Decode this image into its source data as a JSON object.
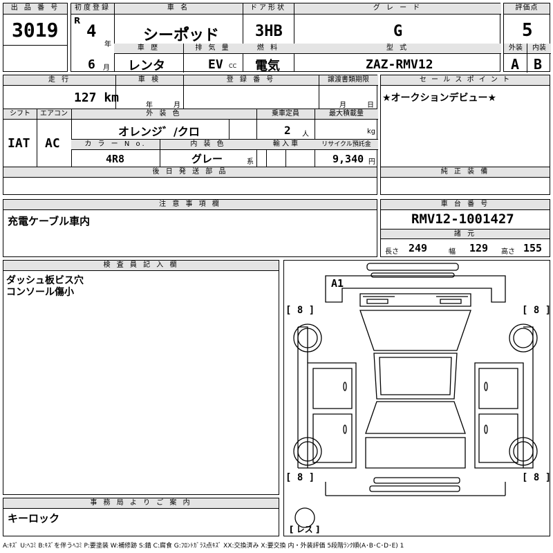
{
  "top": {
    "lot_no_label": "出 品 番 号",
    "lot_no": "3019",
    "first_reg_label": "初度登録",
    "era": "R",
    "year": "4",
    "year_unit": "年",
    "month": "6",
    "month_unit": "月",
    "car_name_label": "車 名",
    "car_name": "シーポ゚ッド",
    "door_label": "ドア形状",
    "door": "3HB",
    "grade_label": "グ レ ー ド",
    "grade": "G",
    "score_label": "評価点",
    "score": "5",
    "history_label": "車 歴",
    "history": "レンタ",
    "displacement_label": "排 気 量",
    "displacement": "EV",
    "displacement_unit": "CC",
    "fuel_label": "燃 料",
    "fuel": "電気",
    "model_label": "型 式",
    "model": "ZAZ-RMV12",
    "exterior_label": "外装",
    "exterior": "A",
    "interior_label": "内装",
    "interior": "B"
  },
  "second": {
    "mileage_label": "走 行",
    "mileage": "127 km",
    "inspection_label": "車 検",
    "inspection_year_unit": "年",
    "inspection_month_unit": "月",
    "reg_no_label": "登 録 番 号",
    "transfer_label": "譲渡書類期限",
    "transfer_month_unit": "月",
    "transfer_day_unit": "日",
    "sales_point_label": "セ ー ル ス ポ イ ン ト",
    "sales_point": "★オークションデビュー★",
    "shift_label": "シフト",
    "shift": "IAT",
    "ac_label": "エアコン",
    "ac": "AC",
    "color_label": "外 装 色",
    "color": "オレンジ゛/クロ",
    "capacity_label": "乗車定員",
    "capacity": "2",
    "capacity_unit": "人",
    "load_label": "最大積載量",
    "load_unit": "kg",
    "color_no_label": "カ ラ ー N o.",
    "color_no": "4R8",
    "interior_color_label": "内 装 色",
    "interior_color": "グレー",
    "interior_color_suffix": "系",
    "import_label": "輸 入 車",
    "recycle_label": "リサイクル預託金",
    "recycle": "9,340",
    "recycle_unit": "円",
    "later_parts_label": "後 日 発 送 部 品",
    "genuine_label": "純 正 装 備"
  },
  "notes": {
    "caution_label": "注 意 事 項 欄",
    "caution": "充電ケーブル車内",
    "chassis_label": "車 台 番 号",
    "chassis": "RMV12-1001427",
    "dims_label": "諸 元",
    "length_label": "長さ",
    "length": "249",
    "width_label": "幅",
    "width": "129",
    "height_label": "高さ",
    "height": "155"
  },
  "inspector": {
    "label": "検 査 員 記 入 欄",
    "line1": "ダッシュ板ビス穴",
    "line2": "コンソール傷小"
  },
  "office": {
    "label": "事 務 局 よ り ご 案 内",
    "text": "キーロック"
  },
  "diagram": {
    "mark_a1": "A1",
    "tire_fl": "[ 8 ]",
    "tire_fr": "[ 8 ]",
    "tire_rl": "[ 8 ]",
    "tire_rr": "[ 8 ]",
    "spare": "[ レス ]"
  },
  "legend": "A:ｷｽﾞ U:ﾍｺﾐ B:ｷｽﾞを伴うﾍｺﾐ P:要塗装 W:補修跡 S:錆 C:腐食 G:ﾌﾛﾝﾄｶﾞﾗｽ点ｷｽﾞ XX:交換済み X:要交換  内・外装評価 5段階ﾗﾝｸ順(A･B･C･D･E) 1"
}
